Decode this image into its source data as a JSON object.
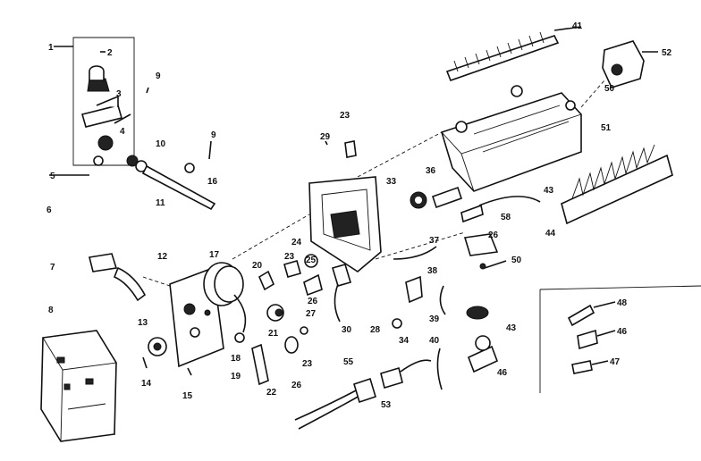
{
  "diagram": {
    "part_numbers": [
      {
        "id": "1",
        "text": "1"
      },
      {
        "id": "2",
        "text": "2"
      },
      {
        "id": "3",
        "text": "3"
      },
      {
        "id": "4",
        "text": "4"
      },
      {
        "id": "5",
        "text": "5"
      },
      {
        "id": "6",
        "text": "6"
      },
      {
        "id": "7",
        "text": "7"
      },
      {
        "id": "8",
        "text": "8"
      },
      {
        "id": "9a",
        "text": "9"
      },
      {
        "id": "9b",
        "text": "9"
      },
      {
        "id": "10",
        "text": "10"
      },
      {
        "id": "11",
        "text": "11"
      },
      {
        "id": "12",
        "text": "12"
      },
      {
        "id": "13",
        "text": "13"
      },
      {
        "id": "14",
        "text": "14"
      },
      {
        "id": "15",
        "text": "15"
      },
      {
        "id": "16",
        "text": "16"
      },
      {
        "id": "17",
        "text": "17"
      },
      {
        "id": "18",
        "text": "18"
      },
      {
        "id": "19",
        "text": "19"
      },
      {
        "id": "20",
        "text": "20"
      },
      {
        "id": "21",
        "text": "21"
      },
      {
        "id": "22",
        "text": "22"
      },
      {
        "id": "23a",
        "text": "23"
      },
      {
        "id": "23b",
        "text": "23"
      },
      {
        "id": "23c",
        "text": "23"
      },
      {
        "id": "24",
        "text": "24"
      },
      {
        "id": "25",
        "text": "25"
      },
      {
        "id": "26a",
        "text": "26"
      },
      {
        "id": "26b",
        "text": "26"
      },
      {
        "id": "26c",
        "text": "26"
      },
      {
        "id": "27",
        "text": "27"
      },
      {
        "id": "28",
        "text": "28"
      },
      {
        "id": "29",
        "text": "29"
      },
      {
        "id": "30",
        "text": "30"
      },
      {
        "id": "33",
        "text": "33"
      },
      {
        "id": "34",
        "text": "34"
      },
      {
        "id": "36",
        "text": "36"
      },
      {
        "id": "37",
        "text": "37"
      },
      {
        "id": "38",
        "text": "38"
      },
      {
        "id": "39",
        "text": "39"
      },
      {
        "id": "40",
        "text": "40"
      },
      {
        "id": "41",
        "text": "41"
      },
      {
        "id": "43a",
        "text": "43"
      },
      {
        "id": "43b",
        "text": "43"
      },
      {
        "id": "44",
        "text": "44"
      },
      {
        "id": "46a",
        "text": "46"
      },
      {
        "id": "46b",
        "text": "46"
      },
      {
        "id": "47",
        "text": "47"
      },
      {
        "id": "48",
        "text": "48"
      },
      {
        "id": "50a",
        "text": "50"
      },
      {
        "id": "50b",
        "text": "50"
      },
      {
        "id": "51",
        "text": "51"
      },
      {
        "id": "52",
        "text": "52"
      },
      {
        "id": "53",
        "text": "53"
      },
      {
        "id": "55",
        "text": "55"
      },
      {
        "id": "58",
        "text": "58"
      }
    ]
  }
}
